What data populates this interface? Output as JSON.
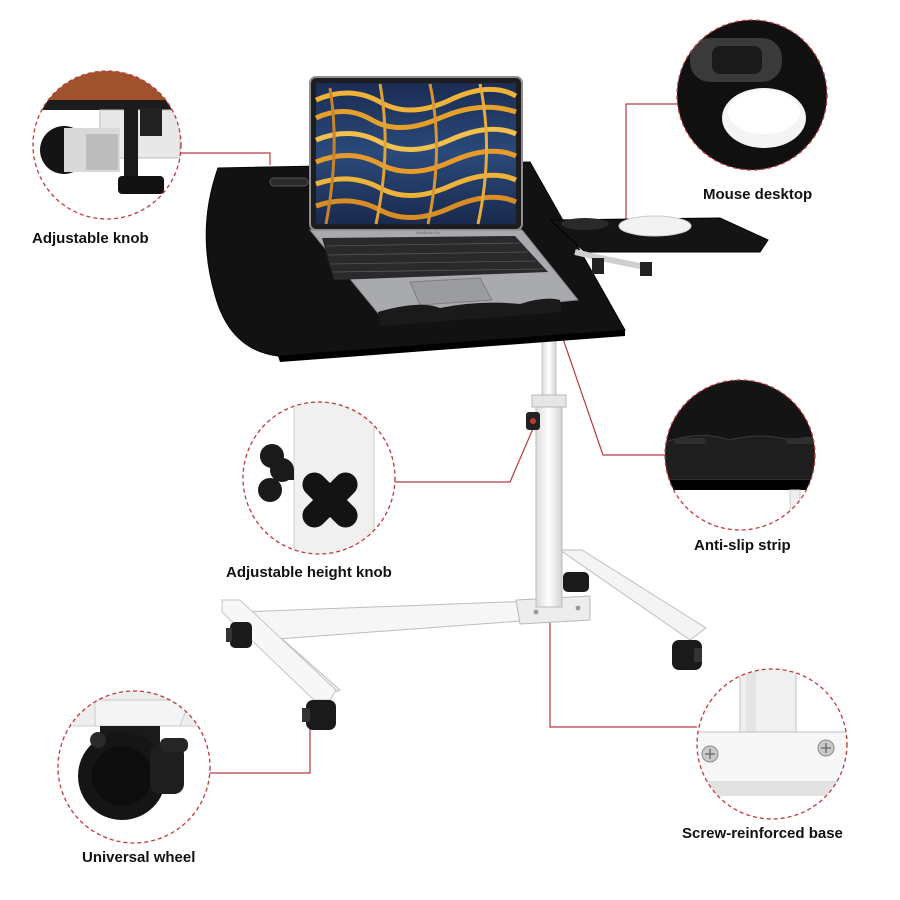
{
  "product": {
    "laptop_brand": "MacBook Pro"
  },
  "callouts": {
    "adjustable_knob": "Adjustable knob",
    "mouse_desktop": "Mouse desktop",
    "adjustable_height_knob": "Adjustable height knob",
    "anti_slip_strip": "Anti-slip strip",
    "universal_wheel": "Universal wheel",
    "screw_reinforced_base": "Screw-reinforced base"
  },
  "colors": {
    "leader_line": "#b43c45",
    "circle_border": "#c0393f",
    "desktop_black": "#111111",
    "frame_white": "#f3f3f3",
    "label_text": "#111111"
  },
  "icons": [
    "knob-icon",
    "mouse-icon",
    "height-knob-icon",
    "anti-slip-icon",
    "wheel-icon",
    "screw-icon"
  ]
}
